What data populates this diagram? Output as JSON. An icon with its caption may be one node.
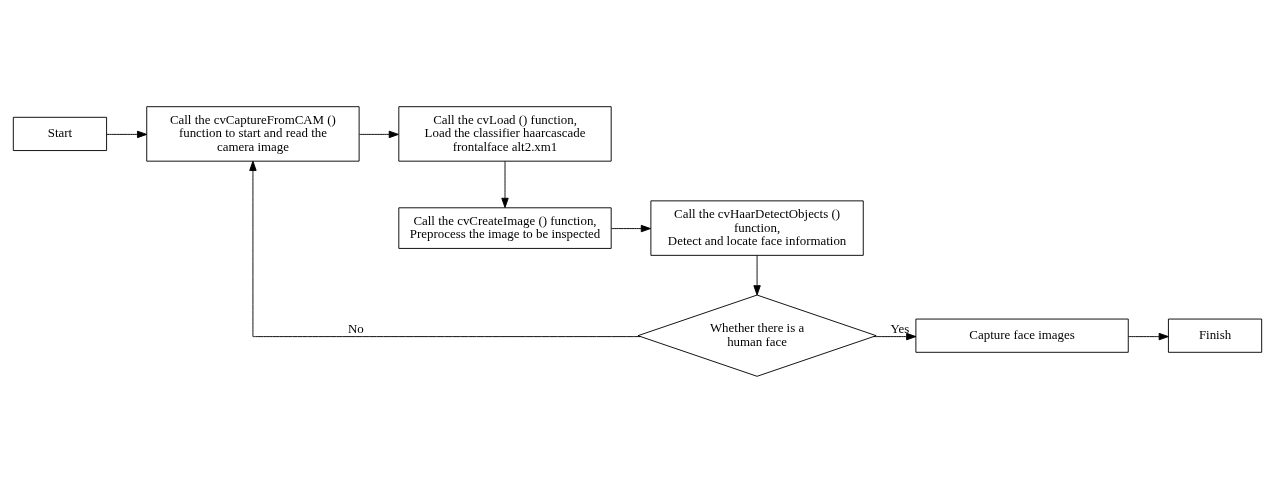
{
  "diagram": {
    "nodes": [
      {
        "text": [
          "Start"
        ]
      },
      {
        "text": [
          "Call the cvCaptureFromCAM () function to start and read the camera image"
        ]
      },
      {
        "text": [
          "Call the cvLoad () function,",
          "Load the classifier haarcascade frontalface alt2.xm1"
        ]
      },
      {
        "text": [
          "Call the cvCreateImage () function,",
          "Preprocess the image to be inspected"
        ]
      },
      {
        "text": [
          "Call the cvHaarDetectObjects () function,",
          "Detect and locate face information"
        ]
      },
      {
        "text": [
          "Whether there is a human face"
        ]
      },
      {
        "text": [
          "Capture face images"
        ]
      },
      {
        "text": [
          "Finish"
        ]
      }
    ],
    "edges": [
      {
        "from": 0,
        "to": 1,
        "arrow": "to"
      },
      {
        "from": 1,
        "to": 2,
        "arrow": "to"
      },
      {
        "from": 2,
        "to": 3,
        "arrow": "to"
      },
      {
        "from": 3,
        "to": 4,
        "arrow": "to"
      },
      {
        "from": 4,
        "to": 5,
        "arrow": "to"
      },
      {
        "from": 5,
        "to": 6,
        "label": "Yes",
        "arrow": "to"
      },
      {
        "from": 6,
        "to": 7,
        "arrow": "to"
      },
      {
        "from": 5,
        "to": 1,
        "label": "No",
        "arrow": "to"
      }
    ]
  }
}
